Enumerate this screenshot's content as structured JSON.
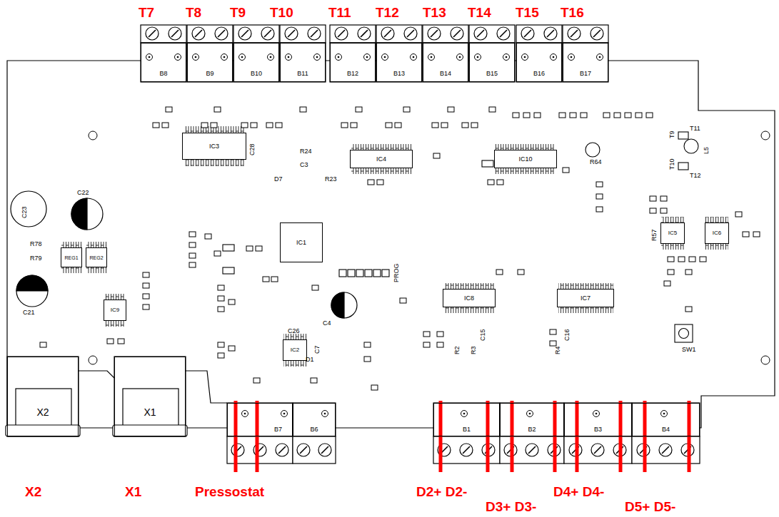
{
  "diagram": {
    "nodes": [
      {
        "text": [
          "B8"
        ]
      },
      {
        "text": [
          "B9"
        ]
      },
      {
        "text": [
          "B10"
        ]
      },
      {
        "text": [
          "B11"
        ]
      },
      {
        "text": [
          "B12"
        ]
      },
      {
        "text": [
          "B13"
        ]
      },
      {
        "text": [
          "B14"
        ]
      },
      {
        "text": [
          "B15"
        ]
      },
      {
        "text": [
          "B16"
        ]
      },
      {
        "text": [
          "B17"
        ]
      },
      {
        "text": [
          "IC3"
        ]
      },
      {
        "text": [
          "IC4"
        ]
      },
      {
        "text": [
          "IC10"
        ]
      },
      {
        "text": [
          "REG1"
        ]
      },
      {
        "text": [
          "REG2"
        ]
      },
      {
        "text": [
          "IC1"
        ]
      },
      {
        "text": [
          "IC9"
        ]
      },
      {
        "text": [
          "IC8"
        ]
      },
      {
        "text": [
          "IC7"
        ]
      },
      {
        "text": [
          "IC5"
        ]
      },
      {
        "text": [
          "IC6"
        ]
      },
      {
        "text": [
          "IC2"
        ]
      },
      {
        "text": [
          "X2"
        ]
      },
      {
        "text": [
          "X1"
        ]
      },
      {
        "text": [
          "B7"
        ]
      },
      {
        "text": [
          "B6"
        ]
      },
      {
        "text": [
          "B1"
        ]
      },
      {
        "text": [
          "B2"
        ]
      },
      {
        "text": [
          "B3"
        ]
      },
      {
        "text": [
          "B4"
        ]
      }
    ],
    "labels": [
      "T7",
      "T8",
      "T9",
      "T10",
      "T11",
      "T12",
      "T13",
      "T14",
      "T15",
      "T16",
      "X2",
      "X1",
      "Pressostat",
      "D2+ D2-",
      "D4+ D4-",
      "D3+ D3-",
      "D5+ D5-",
      "C23",
      "C22",
      "C21",
      "C4",
      "C28",
      "R24",
      "C3",
      "D7",
      "R23",
      "R78",
      "R79",
      "C26",
      "C7",
      "D1",
      "PROG",
      "SW1",
      "L5",
      "T9",
      "T10",
      "T11",
      "T12",
      "R57",
      "R64",
      "C15",
      "C16",
      "R2",
      "R3",
      "R4"
    ]
  }
}
